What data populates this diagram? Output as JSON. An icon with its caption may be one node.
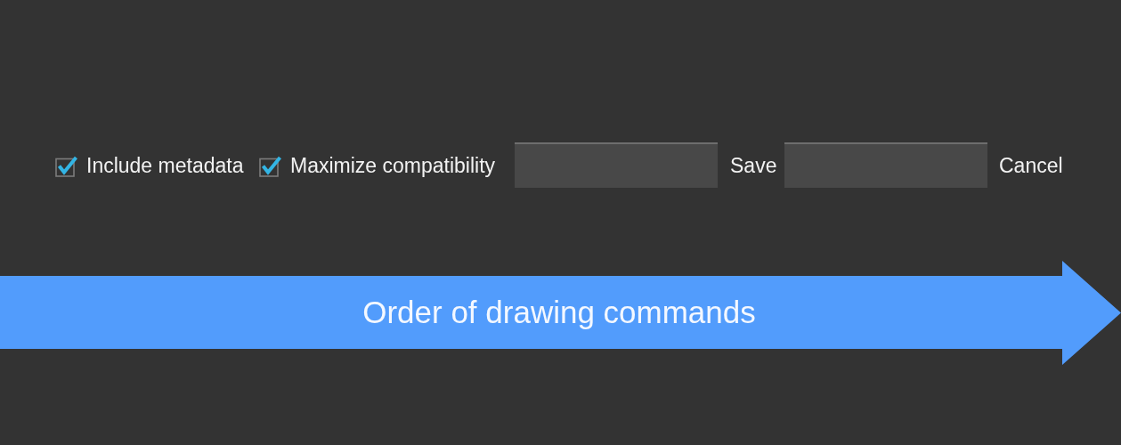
{
  "diagram": {
    "nodes": [
      {
        "text": [],
        "shape": "box"
      },
      {
        "text": [],
        "shape": "box"
      },
      {
        "text": [
          "Order of drawing commands"
        ]
      }
    ],
    "labels": [
      "Include metadata",
      "Maximize compatibility",
      "Save",
      "Cancel"
    ]
  }
}
